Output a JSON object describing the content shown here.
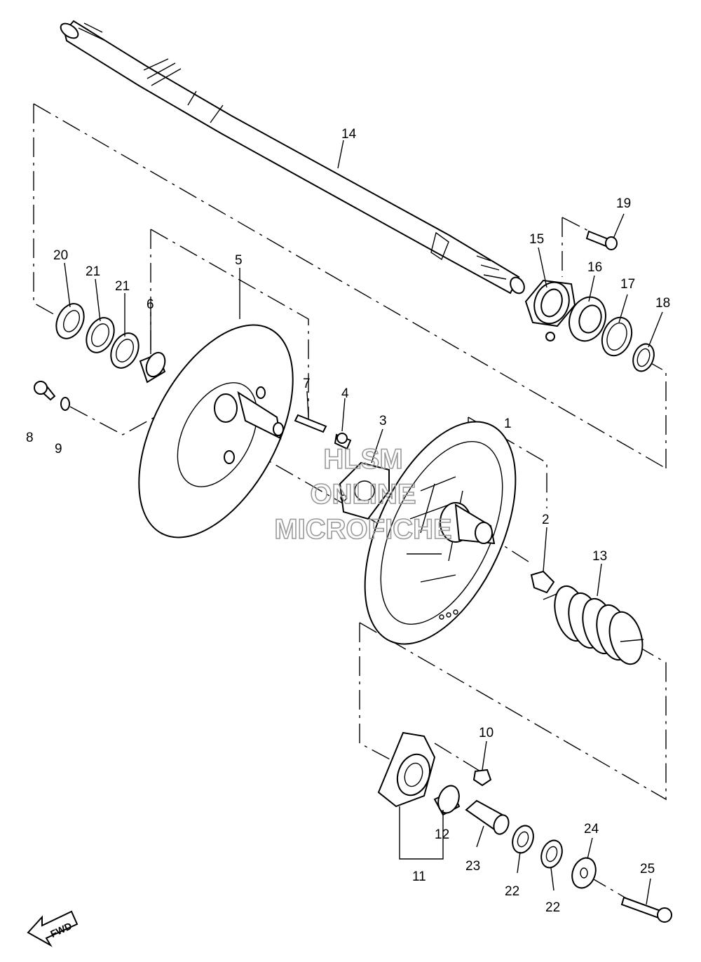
{
  "callouts": {
    "p1": "1",
    "p2": "2",
    "p3": "3",
    "p4": "4",
    "p5": "5",
    "p6": "6",
    "p7": "7",
    "p8": "8",
    "p9": "9",
    "p10": "10",
    "p11": "11",
    "p12": "12",
    "p13": "13",
    "p14": "14",
    "p15": "15",
    "p16": "16",
    "p17": "17",
    "p18": "18",
    "p19": "19",
    "p20": "20",
    "p21a": "21",
    "p21b": "21",
    "p22a": "22",
    "p22b": "22",
    "p23": "23",
    "p24": "24",
    "p25": "25"
  },
  "watermark": {
    "line1": "HLSM",
    "line2": "ONLINE",
    "line3": "MICROFICHE"
  },
  "fwd_arrow": {
    "label": "FWD"
  }
}
